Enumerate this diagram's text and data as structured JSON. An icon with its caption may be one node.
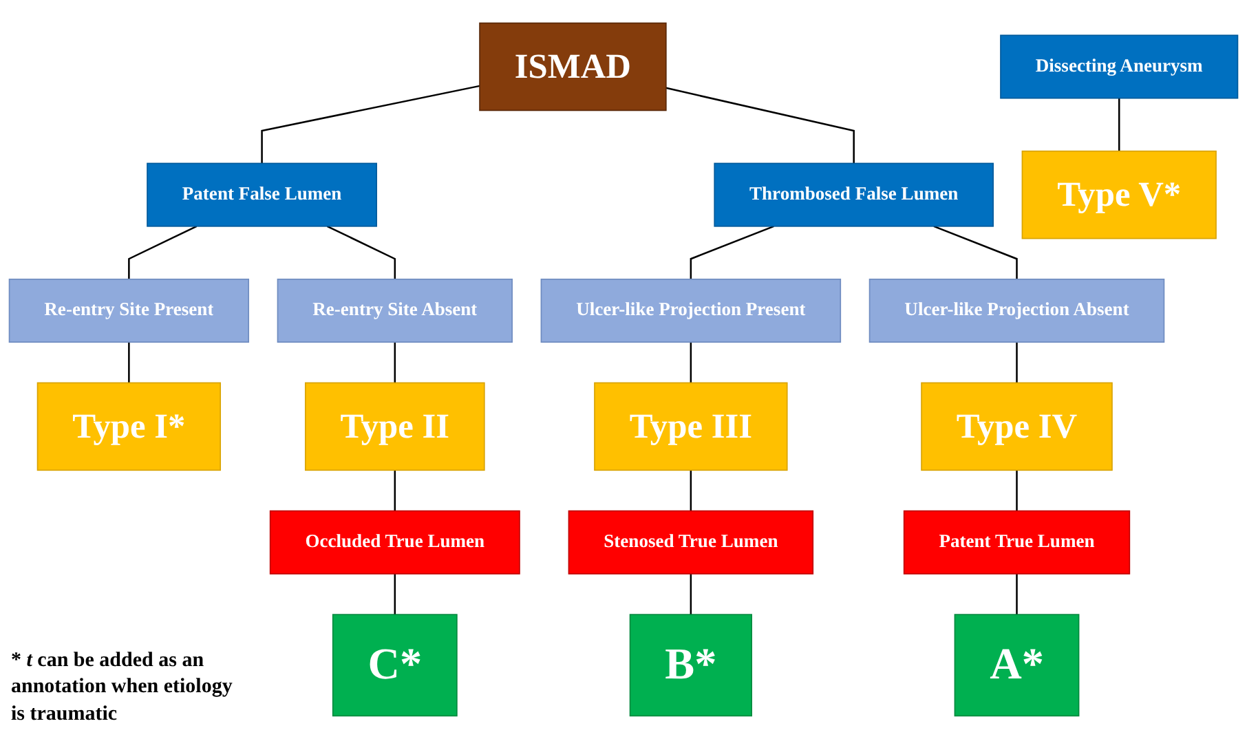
{
  "diagram": {
    "nodes": [
      {
        "text": [
          "ISMAD"
        ]
      },
      {
        "text": [
          "Patent False Lumen"
        ]
      },
      {
        "text": [
          "Thrombosed False Lumen"
        ]
      },
      {
        "text": [
          "Dissecting Aneurysm"
        ]
      },
      {
        "text": [
          "Re-entry Site Present"
        ]
      },
      {
        "text": [
          "Re-entry Site Absent"
        ]
      },
      {
        "text": [
          "Ulcer-like Projection Present"
        ]
      },
      {
        "text": [
          "Ulcer-like Projection Absent"
        ]
      },
      {
        "text": [
          "Type I*"
        ]
      },
      {
        "text": [
          "Type II"
        ]
      },
      {
        "text": [
          "Type III"
        ]
      },
      {
        "text": [
          "Type IV"
        ]
      },
      {
        "text": [
          "Type V*"
        ]
      },
      {
        "text": [
          "Patent True Lumen"
        ]
      },
      {
        "text": [
          "Stenosed True Lumen"
        ]
      },
      {
        "text": [
          "Occluded True Lumen"
        ]
      },
      {
        "text": [
          "A*"
        ]
      },
      {
        "text": [
          "B*"
        ]
      },
      {
        "text": [
          "C*"
        ]
      }
    ],
    "edges": [
      {
        "from": 0,
        "to": 1,
        "arrow": "none"
      },
      {
        "from": 0,
        "to": 2,
        "arrow": "none"
      },
      {
        "from": 1,
        "to": 4,
        "arrow": "none"
      },
      {
        "from": 1,
        "to": 5,
        "arrow": "none"
      },
      {
        "from": 2,
        "to": 6,
        "arrow": "none"
      },
      {
        "from": 2,
        "to": 7,
        "arrow": "none"
      },
      {
        "from": 3,
        "to": 12,
        "arrow": "none"
      },
      {
        "from": 4,
        "to": 8,
        "arrow": "none"
      },
      {
        "from": 5,
        "to": 9,
        "arrow": "none"
      },
      {
        "from": 6,
        "to": 10,
        "arrow": "none"
      },
      {
        "from": 7,
        "to": 11,
        "arrow": "none"
      },
      {
        "from": 11,
        "to": 13,
        "arrow": "none"
      },
      {
        "from": 10,
        "to": 14,
        "arrow": "none"
      },
      {
        "from": 9,
        "to": 15,
        "arrow": "none"
      },
      {
        "from": 13,
        "to": 16,
        "arrow": "none"
      },
      {
        "from": 14,
        "to": 17,
        "arrow": "none"
      },
      {
        "from": 15,
        "to": 18,
        "arrow": "none"
      }
    ],
    "labels": [
      "* *t* can be added as an annotation when etiology is traumatic"
    ]
  }
}
